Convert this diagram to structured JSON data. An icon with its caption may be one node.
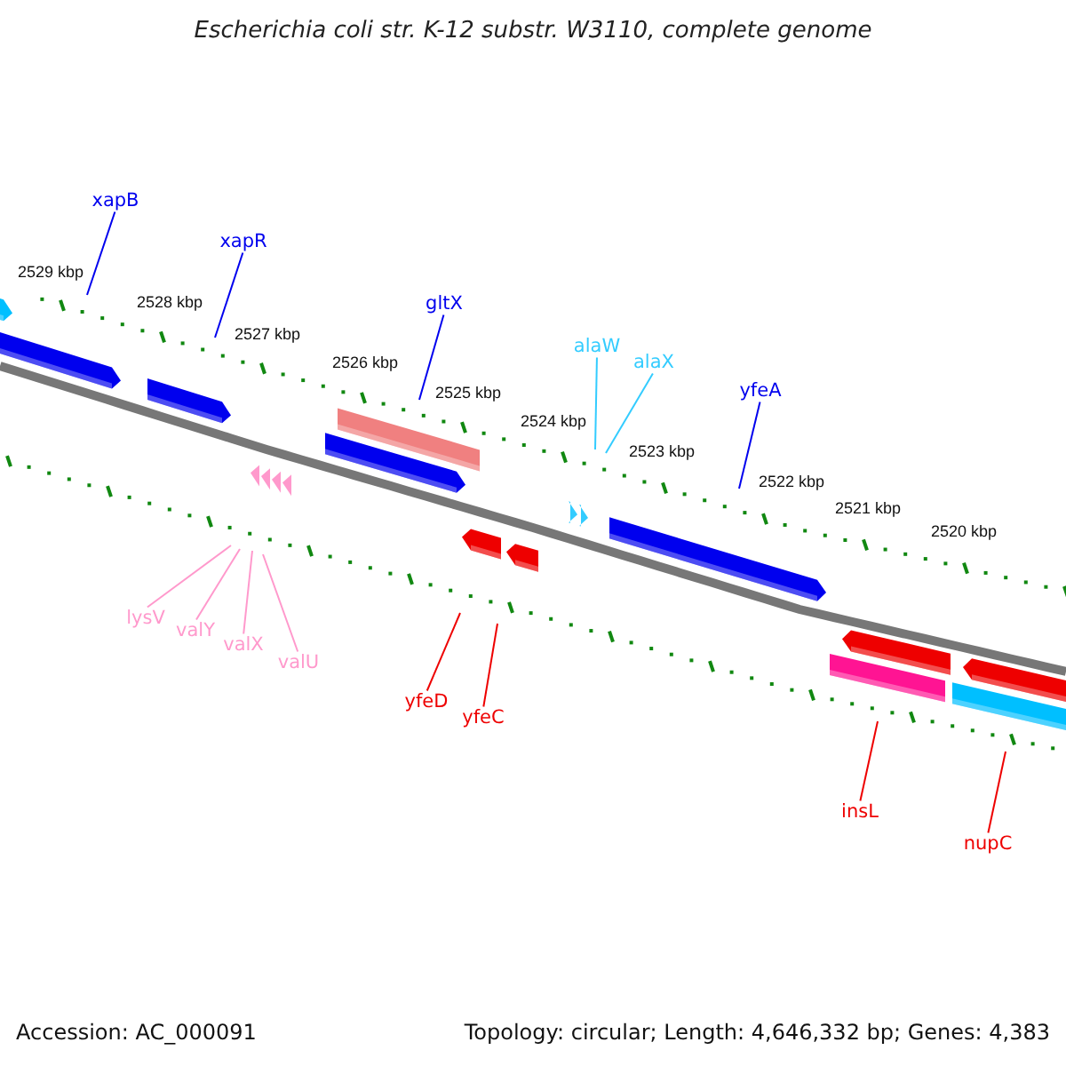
{
  "diagram": {
    "title": "Escherichia coli str. K-12 substr. W3110, complete genome",
    "nodes": [
      {
        "text": [
          "xapB"
        ]
      },
      {
        "text": [
          "xapR"
        ]
      },
      {
        "text": [
          "gltX"
        ]
      },
      {
        "text": [
          "alaW"
        ]
      },
      {
        "text": [
          "alaX"
        ]
      },
      {
        "text": [
          "yfeA"
        ]
      },
      {
        "text": [
          "lysV"
        ]
      },
      {
        "text": [
          "valY"
        ]
      },
      {
        "text": [
          "valX"
        ]
      },
      {
        "text": [
          "valU"
        ]
      },
      {
        "text": [
          "yfeD"
        ]
      },
      {
        "text": [
          "yfeC"
        ]
      },
      {
        "text": [
          "insL"
        ]
      },
      {
        "text": [
          "nupC"
        ]
      }
    ],
    "edges": [
      {
        "from": 0,
        "to": null,
        "arrow": "none"
      },
      {
        "from": 1,
        "to": null,
        "arrow": "none"
      },
      {
        "from": 2,
        "to": null,
        "arrow": "none"
      },
      {
        "from": 3,
        "to": null,
        "arrow": "none",
        "color": "#33ccff"
      },
      {
        "from": 4,
        "to": null,
        "arrow": "none",
        "color": "#33ccff"
      },
      {
        "from": 5,
        "to": null,
        "arrow": "none"
      },
      {
        "from": 6,
        "to": null,
        "arrow": "none",
        "color": "#ff99cc"
      },
      {
        "from": 7,
        "to": null,
        "arrow": "none",
        "color": "#ff99cc"
      },
      {
        "from": 8,
        "to": null,
        "arrow": "none",
        "color": "#ff99cc"
      },
      {
        "from": 9,
        "to": null,
        "arrow": "none",
        "color": "#ff99cc"
      },
      {
        "from": 10,
        "to": null,
        "arrow": "none",
        "color": "#ee0000"
      },
      {
        "from": 11,
        "to": null,
        "arrow": "none",
        "color": "#ee0000"
      },
      {
        "from": 12,
        "to": null,
        "arrow": "none",
        "color": "#ee0000"
      },
      {
        "from": 13,
        "to": null,
        "arrow": "none",
        "color": "#ee0000"
      }
    ],
    "labels": [
      "2529 kbp",
      "2528 kbp",
      "2527 kbp",
      "2526 kbp",
      "2525 kbp",
      "2524 kbp",
      "2523 kbp",
      "2522 kbp",
      "2521 kbp",
      "2520 kbp",
      "Accession: AC_000091",
      "Topology: circular; Length: 4,646,332 bp; Genes: 4,383"
    ]
  }
}
